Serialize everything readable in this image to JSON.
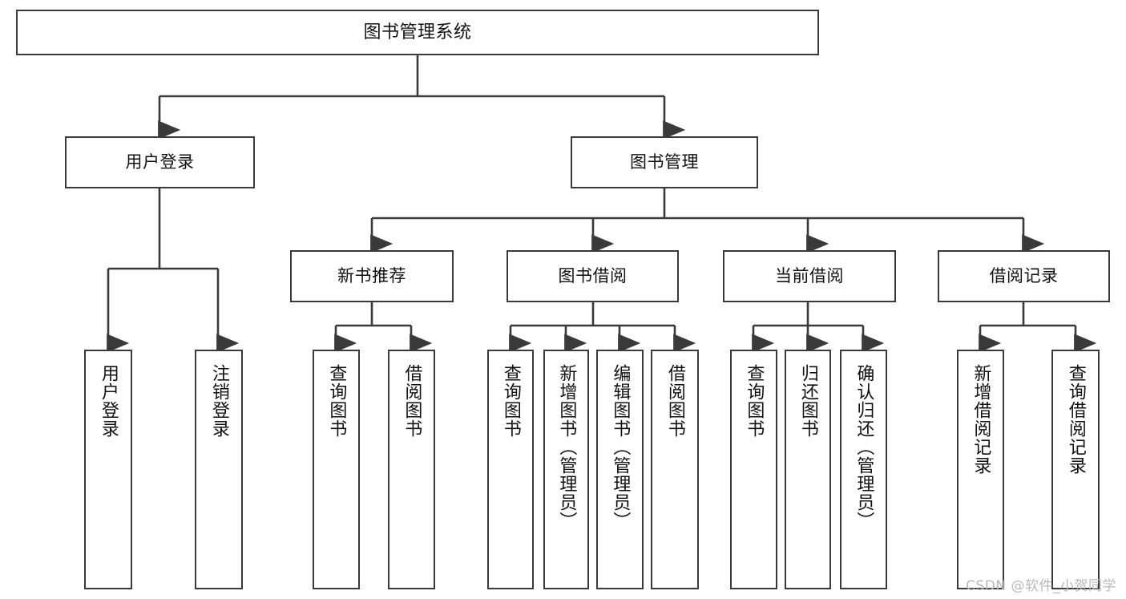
{
  "diagram": {
    "type": "tree-hierarchy",
    "title": "图书管理系统",
    "watermark": "CSDN @软件_小贺同学",
    "colors": {
      "stroke": "#3a3a3a",
      "fill": "#ffffff",
      "text": "#111111",
      "watermark": "#b9b9b9"
    },
    "nodes": {
      "root": {
        "label": "图书管理系统",
        "level": 0,
        "orientation": "horizontal"
      },
      "l1": [
        {
          "id": "user-login",
          "label": "用户登录",
          "level": 1,
          "orientation": "horizontal"
        },
        {
          "id": "book-manage",
          "label": "图书管理",
          "level": 1,
          "orientation": "horizontal"
        }
      ],
      "l2": [
        {
          "id": "new-book-recommend",
          "label": "新书推荐",
          "level": 2,
          "orientation": "horizontal",
          "parent": "book-manage"
        },
        {
          "id": "book-borrow",
          "label": "图书借阅",
          "level": 2,
          "orientation": "horizontal",
          "parent": "book-manage"
        },
        {
          "id": "current-borrow",
          "label": "当前借阅",
          "level": 2,
          "orientation": "horizontal",
          "parent": "book-manage"
        },
        {
          "id": "borrow-record",
          "label": "借阅记录",
          "level": 2,
          "orientation": "horizontal",
          "parent": "book-manage"
        }
      ],
      "leaves": [
        {
          "id": "leaf-user-login",
          "label": "用户登录",
          "parent": "user-login",
          "orientation": "vertical"
        },
        {
          "id": "leaf-user-logout",
          "label": "注销登录",
          "parent": "user-login",
          "orientation": "vertical"
        },
        {
          "id": "leaf-query-book-1",
          "label": "查询图书",
          "parent": "new-book-recommend",
          "orientation": "vertical"
        },
        {
          "id": "leaf-borrow-book-1",
          "label": "借阅图书",
          "parent": "new-book-recommend",
          "orientation": "vertical"
        },
        {
          "id": "leaf-query-book-2",
          "label": "查询图书",
          "parent": "book-borrow",
          "orientation": "vertical"
        },
        {
          "id": "leaf-add-book",
          "label": "新增图书（管理员）",
          "parent": "book-borrow",
          "orientation": "vertical"
        },
        {
          "id": "leaf-edit-book",
          "label": "编辑图书（管理员）",
          "parent": "book-borrow",
          "orientation": "vertical"
        },
        {
          "id": "leaf-borrow-book-2",
          "label": "借阅图书",
          "parent": "book-borrow",
          "orientation": "vertical"
        },
        {
          "id": "leaf-query-book-3",
          "label": "查询图书",
          "parent": "current-borrow",
          "orientation": "vertical"
        },
        {
          "id": "leaf-return-book",
          "label": "归还图书",
          "parent": "current-borrow",
          "orientation": "vertical"
        },
        {
          "id": "leaf-confirm-return",
          "label": "确认归还（管理员）",
          "parent": "current-borrow",
          "orientation": "vertical"
        },
        {
          "id": "leaf-add-record",
          "label": "新增借阅记录",
          "parent": "borrow-record",
          "orientation": "vertical"
        },
        {
          "id": "leaf-query-record",
          "label": "查询借阅记录",
          "parent": "borrow-record",
          "orientation": "vertical"
        }
      ]
    }
  }
}
